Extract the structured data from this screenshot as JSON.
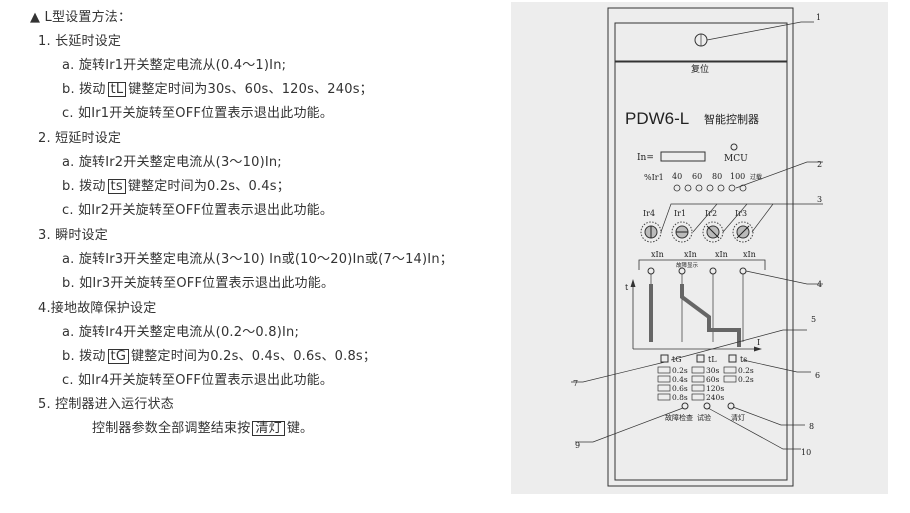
{
  "doc": {
    "heading": "▲ L型设置方法：",
    "s1": {
      "title": "1. 长延时设定",
      "a": "a. 旋转Ir1开关整定电流从(0.4～1)In;",
      "b_pre": "b. 拨动",
      "b_key": "tL",
      "b_post": "键整定时间为30s、60s、120s、240s；",
      "c": "c. 如Ir1开关旋转至OFF位置表示退出此功能。"
    },
    "s2": {
      "title": "2. 短延时设定",
      "a": "a. 旋转Ir2开关整定电流从(3～10)In;",
      "b_pre": "b. 拨动",
      "b_key": "ts",
      "b_post": "键整定时间为0.2s、0.4s；",
      "c": "c. 如Ir2开关旋转至OFF位置表示退出此功能。"
    },
    "s3": {
      "title": "3. 瞬时设定",
      "a": "a. 旋转Ir3开关整定电流从(3～10) In或(10～20)In或(7～14)In；",
      "b": "b. 如Ir3开关旋转至OFF位置表示退出此功能。"
    },
    "s4": {
      "title": "4.接地故障保护设定",
      "a": "a. 旋转Ir4开关整定电流从(0.2～0.8)In;",
      "b_pre": "b. 拨动",
      "b_key": "tG",
      "b_post": "键整定时间为0.2s、0.4s、0.6s、0.8s；",
      "c": "c. 如Ir4开关旋转至OFF位置表示退出此功能。"
    },
    "s5": {
      "title": "5. 控制器进入运行状态",
      "line_pre": "控制器参数全部调整结束按",
      "line_key": "清灯",
      "line_post": "键。"
    }
  },
  "figure": {
    "reset": "复位",
    "model": "PDW6-L",
    "model_sub": "智能控制器",
    "in_label": "In=",
    "mcu": "MCU",
    "pct_label": "%Ir1",
    "pct": [
      "40",
      "60",
      "80",
      "100"
    ],
    "overload": "过载",
    "knobs": [
      "Ir4",
      "Ir1",
      "Ir2",
      "Ir3"
    ],
    "xin": "xIn",
    "fault_display": "故障显示",
    "axis_t": "t",
    "axis_i": "I",
    "sw_labels": [
      "tG",
      "tL",
      "ts"
    ],
    "tg_vals": [
      "0.2s",
      "0.4s",
      "0.6s",
      "0.8s"
    ],
    "tl_vals": [
      "30s",
      "60s",
      "120s",
      "240s"
    ],
    "ts_vals": [
      "0.2s",
      "0.2s"
    ],
    "btn_check": "故障检查",
    "btn_test": "试验",
    "btn_clear": "清灯",
    "callouts": [
      "1",
      "2",
      "3",
      "4",
      "5",
      "6",
      "7",
      "8",
      "9",
      "10"
    ]
  }
}
